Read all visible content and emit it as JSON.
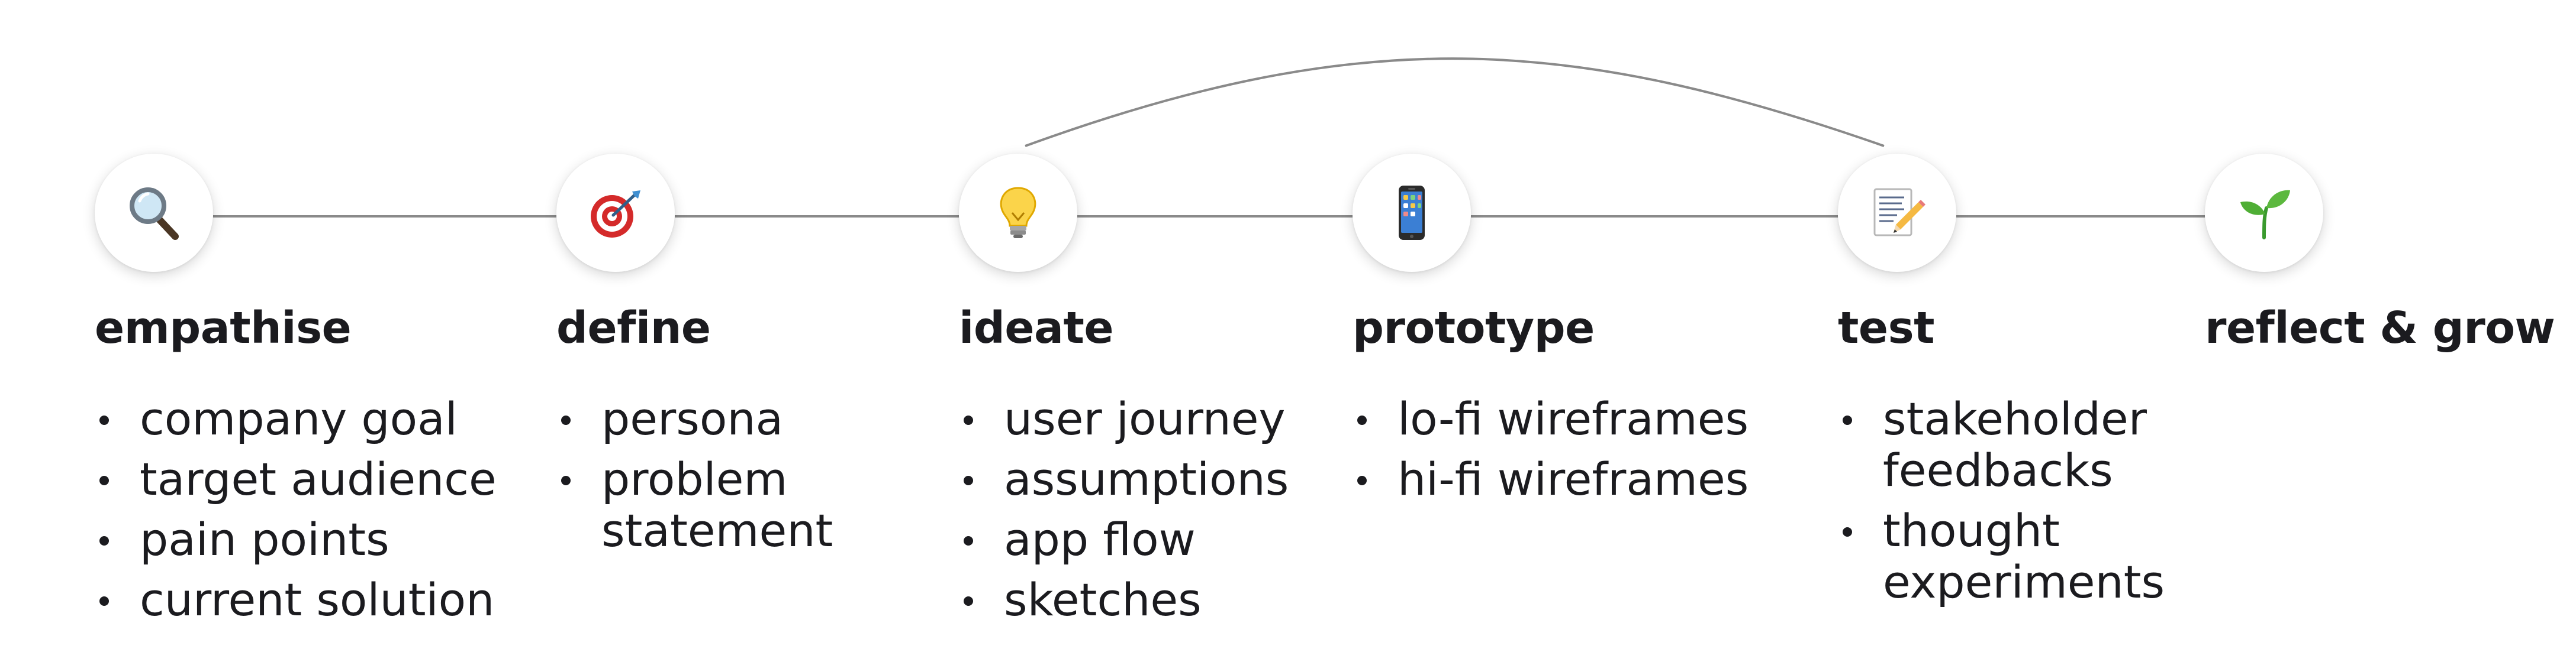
{
  "stages": [
    {
      "icon": "magnifying-glass-icon",
      "title": "empathise",
      "items": [
        "company goal",
        "target audience",
        "pain points",
        "current solution"
      ]
    },
    {
      "icon": "target-dart-icon",
      "title": "define",
      "items": [
        "persona",
        "problem statement"
      ]
    },
    {
      "icon": "light-bulb-icon",
      "title": "ideate",
      "items": [
        "user journey",
        "assumptions",
        "app flow",
        "sketches"
      ]
    },
    {
      "icon": "mobile-phone-icon",
      "title": "prototype",
      "items": [
        "lo-fi wireframes",
        "hi-fi wireframes"
      ]
    },
    {
      "icon": "memo-pencil-icon",
      "title": "test",
      "items": [
        "stakeholder feedbacks",
        "thought experiments"
      ]
    },
    {
      "icon": "seedling-icon",
      "title": "reflect & grow",
      "items": []
    }
  ],
  "colors": {
    "text": "#1b1b1f",
    "connector": "#8a8a8a",
    "node_background": "#ffffff"
  }
}
